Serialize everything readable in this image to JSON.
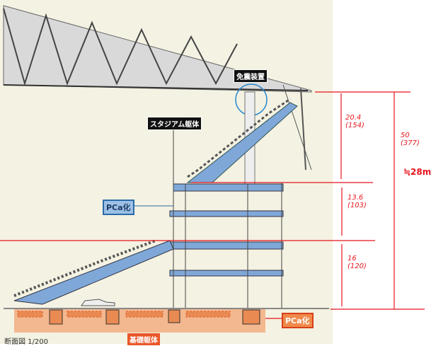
{
  "labels": {
    "seismic_isolation": "免震装置",
    "stadium_frame": "スタジアム躯体",
    "pca_upper": "PCa化",
    "pca_lower": "PCa化",
    "foundation": "基礎躯体",
    "caption": "断面図 1/200"
  },
  "dimensions": {
    "upper": {
      "value": "20.4",
      "sub": "(154)"
    },
    "middle": {
      "value": "13.6",
      "sub": "(103)"
    },
    "lower": {
      "value": "16",
      "sub": "(120)"
    },
    "total": {
      "value": "50",
      "sub": "(377)"
    },
    "height": "≒28m"
  },
  "colors": {
    "dim": "#e8141c",
    "structure": "#7fa8d8",
    "foundation": "#f3b88f",
    "background": "#f4f2e2"
  }
}
